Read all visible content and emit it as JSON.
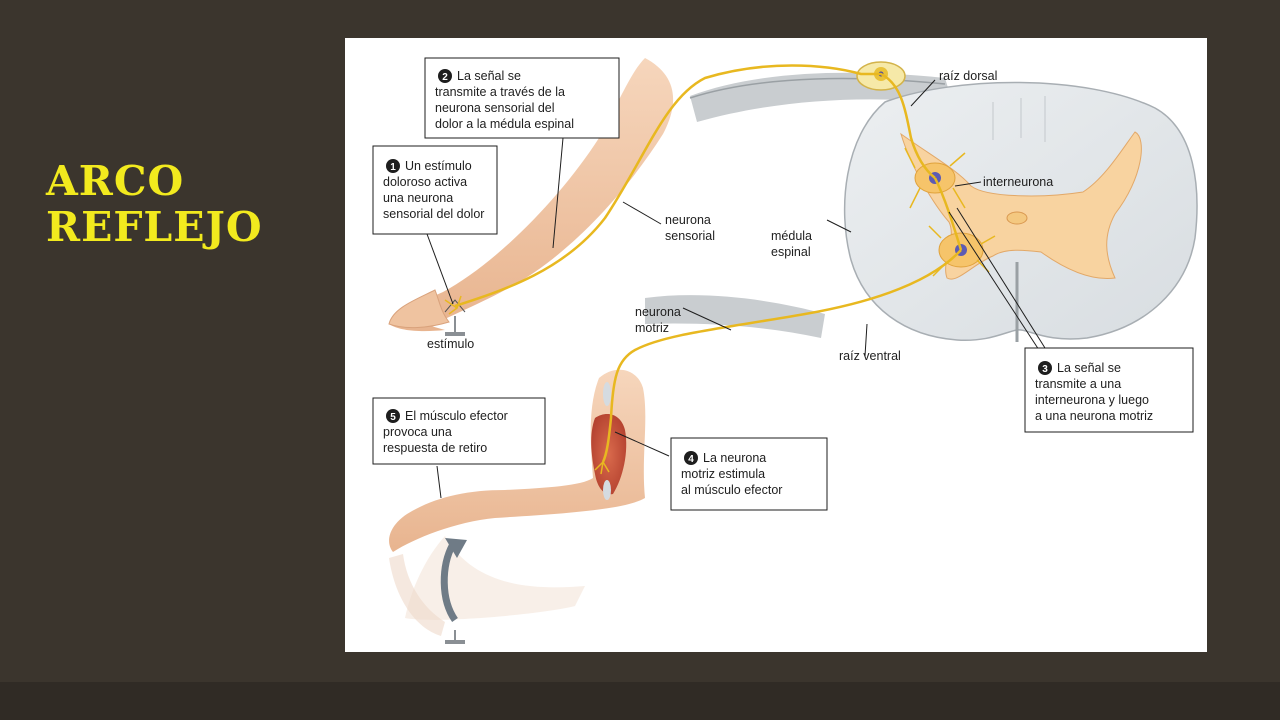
{
  "slide": {
    "title": "ARCO\nREFLEJO"
  },
  "figure": {
    "callouts": [
      {
        "number": "1",
        "lines": [
          "Un estímulo",
          "doloroso activa",
          "una neurona",
          "sensorial del dolor"
        ]
      },
      {
        "number": "2",
        "lines": [
          "La señal se",
          "transmite a través de la",
          "neurona sensorial del",
          "dolor a la médula espinal"
        ]
      },
      {
        "number": "3",
        "lines": [
          "La señal se",
          "transmite a una",
          "interneurona y luego",
          "a una neurona motriz"
        ]
      },
      {
        "number": "4",
        "lines": [
          "La neurona",
          "motriz estimula",
          "al músculo efector"
        ]
      },
      {
        "number": "5",
        "lines": [
          "El músculo efector",
          "provoca una",
          "respuesta de retiro"
        ]
      }
    ],
    "labels": {
      "raiz_dorsal": "raíz dorsal",
      "interneurona": "interneurona",
      "neurona_sensorial": [
        "neurona",
        "sensorial"
      ],
      "medula_espinal": [
        "médula",
        "espinal"
      ],
      "neurona_motriz": [
        "neurona",
        "motriz"
      ],
      "raiz_ventral": "raíz ventral",
      "estimulo": "estímulo"
    }
  },
  "colors": {
    "background": "#3b352d",
    "title": "#f2ea1e",
    "nerve": "#e8b820",
    "gray_matter": "#f8d3a0",
    "skin": "#f0c6a4"
  }
}
